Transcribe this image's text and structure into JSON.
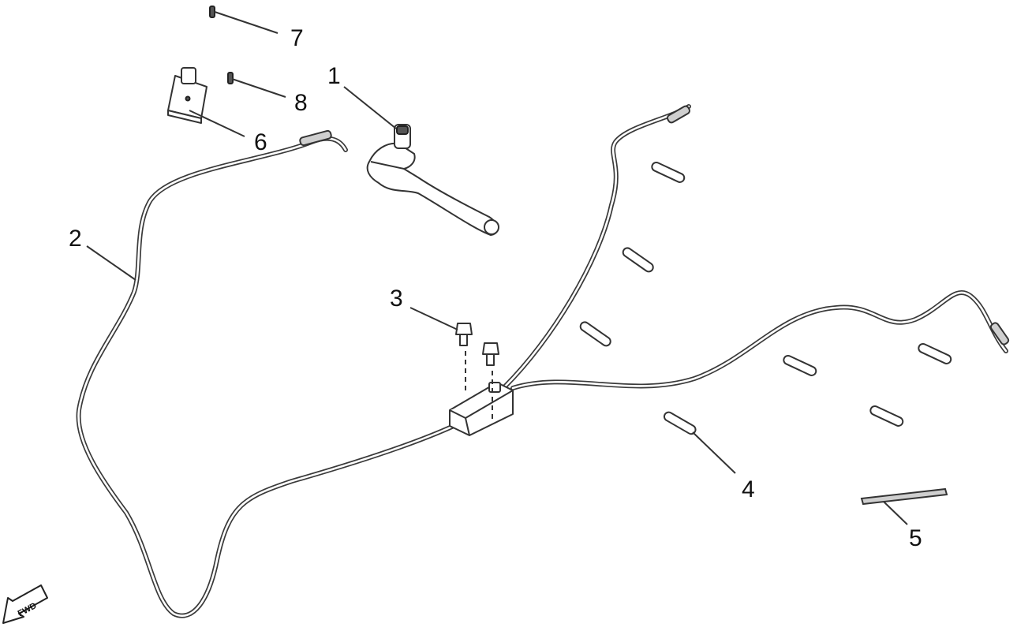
{
  "callouts": [
    {
      "id": "1",
      "label": "1"
    },
    {
      "id": "2",
      "label": "2"
    },
    {
      "id": "3",
      "label": "3"
    },
    {
      "id": "4",
      "label": "4"
    },
    {
      "id": "5",
      "label": "5"
    },
    {
      "id": "6",
      "label": "6"
    },
    {
      "id": "7",
      "label": "7"
    },
    {
      "id": "8",
      "label": "8"
    }
  ],
  "fwd_badge": {
    "label": "FWD",
    "icon": "forward-arrow-icon"
  }
}
